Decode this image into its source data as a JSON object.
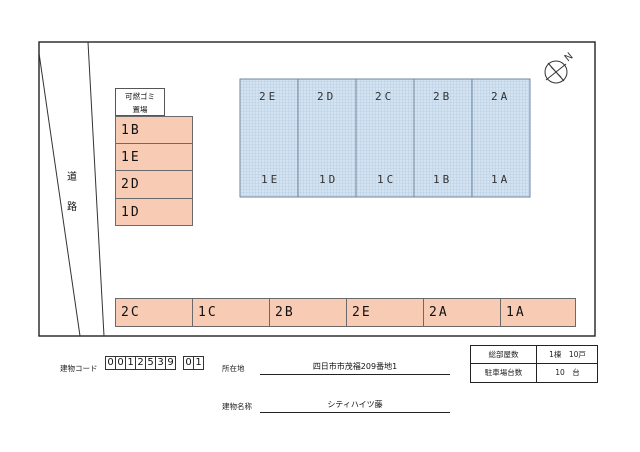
{
  "road_label": [
    "道",
    "路"
  ],
  "garbage_label": [
    "可燃ゴミ",
    "置場"
  ],
  "left_column": [
    "1B",
    "1E",
    "2D",
    "1D"
  ],
  "grid_top_row": [
    "2E",
    "2D",
    "2C",
    "2B",
    "2A"
  ],
  "grid_bottom_row": [
    "1E",
    "1D",
    "1C",
    "1B",
    "1A"
  ],
  "bottom_row": [
    "2C",
    "1C",
    "2B",
    "2E",
    "2A",
    "1A"
  ],
  "footer": {
    "code_label": "建物コード",
    "code_digits": [
      "0",
      "0",
      "1",
      "2",
      "5",
      "3",
      "9"
    ],
    "code_suffix": [
      "0",
      "1"
    ],
    "address_label": "所在地",
    "address_value": "四日市市茂福209番地1",
    "name_label": "建物名称",
    "name_value": "シティハイツ藤"
  },
  "info_table": {
    "rows": [
      {
        "label": "総部屋数",
        "value": "1棟　10戸"
      },
      {
        "label": "駐車場台数",
        "value": "10　台"
      }
    ]
  },
  "compass_icon": "north-arrow-icon"
}
